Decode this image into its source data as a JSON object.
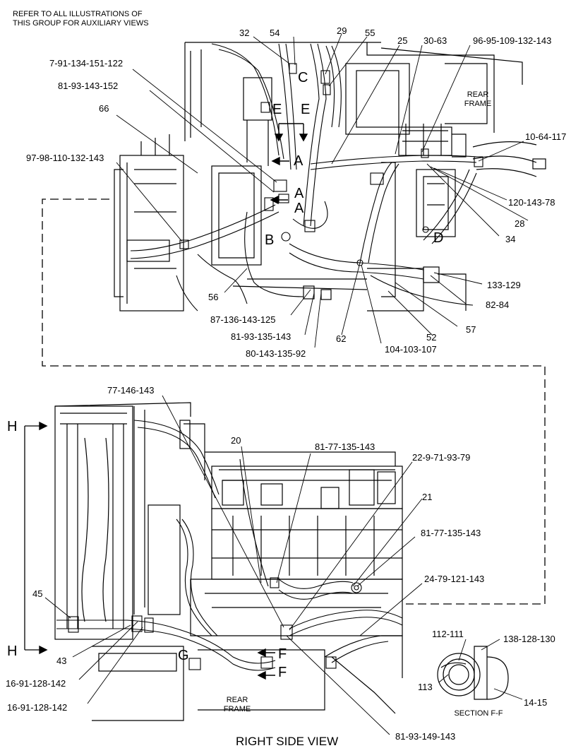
{
  "note": {
    "line1": "REFER TO ALL ILLUSTRATIONS OF",
    "line2": "THIS GROUP FOR AUXILIARY VIEWS"
  },
  "top_frame_label": {
    "line1": "REAR",
    "line2": "FRAME"
  },
  "bottom_frame_label": {
    "line1": "REAR",
    "line2": "FRAME"
  },
  "view_title": "RIGHT SIDE VIEW",
  "section_title": "SECTION F-F",
  "view_letters": {
    "a1": "A",
    "a2": "A",
    "a3": "A",
    "b": "B",
    "c": "C",
    "d": "D",
    "e1": "E",
    "e2": "E",
    "f1": "F",
    "f2": "F",
    "g": "G",
    "h1": "H",
    "h2": "H"
  },
  "callouts": {
    "c32": "32",
    "c54": "54",
    "c29": "29",
    "c55": "55",
    "c25": "25",
    "c30_63": "30-63",
    "c96": "96-95-109-132-143",
    "c7": "7-91-134-151-122",
    "c81_152": "81-93-143-152",
    "c66": "66",
    "c10": "10-64-117",
    "c97": "97-98-110-132-143",
    "c120": "120-143-78",
    "c28": "28",
    "c34": "34",
    "c133": "133-129",
    "c82": "82-84",
    "c57": "57",
    "c52": "52",
    "c56": "56",
    "c87": "87-136-143-125",
    "c81_135": "81-93-135-143",
    "c62": "62",
    "c104": "104-103-107",
    "c80": "80-143-135-92",
    "c77": "77-146-143",
    "c20": "20",
    "c81_77a": "81-77-135-143",
    "c22": "22-9-71-93-79",
    "c21": "21",
    "c81_77b": "81-77-135-143",
    "c24": "24-79-121-143",
    "c45": "45",
    "c43": "43",
    "c16a": "16-91-128-142",
    "c16b": "16-91-128-142",
    "c112": "112-111",
    "c138": "138-128-130",
    "c113": "113",
    "c14": "14-15",
    "c81_149": "81-93-149-143"
  }
}
